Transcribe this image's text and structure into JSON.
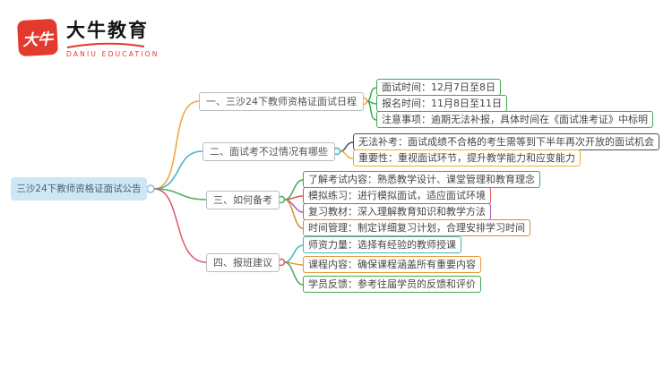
{
  "logo": {
    "seal": "大牛",
    "name": "大牛教育",
    "subtitle": "DANIU EDUCATION",
    "red": "#e23a2c"
  },
  "root": {
    "label": "三沙24下教师资格证面试公告",
    "bg": "#cde7f6",
    "circle": "#85bde0"
  },
  "label_border": "#b7bcc2",
  "branches": [
    {
      "label": "一、三沙24下教师资格证面试日程",
      "color": "#f0a23c",
      "children": [
        {
          "label": "面试时间：12月7日至8日",
          "color": "#43a94f"
        },
        {
          "label": "报名时间：11月8日至11日",
          "color": "#43a94f"
        },
        {
          "label": "注意事项：逾期无法补报，具体时间在《面试准考证》中标明",
          "color": "#43a94f"
        }
      ]
    },
    {
      "label": "二、面试考不过情况有哪些",
      "color": "#3bb7c4",
      "children": [
        {
          "label": "无法补考：面试成绩不合格的考生需等到下半年再次开放的面试机会",
          "color": "#44506b"
        },
        {
          "label": "重要性：重视面试环节，提升教学能力和应变能力",
          "color": "#eeb02f"
        }
      ]
    },
    {
      "label": "三、如何备考",
      "color": "#4cb05a",
      "children": [
        {
          "label": "了解考试内容：熟悉教学设计、课堂管理和教育理念",
          "color": "#43a94f"
        },
        {
          "label": "模拟练习：进行模拟面试，适应面试环境",
          "color": "#e25554"
        },
        {
          "label": "复习教材：深入理解教育知识和教学方法",
          "color": "#a45cb4"
        },
        {
          "label": "时间管理：制定详细复习计划，合理安排学习时间",
          "color": "#d98b3a"
        }
      ]
    },
    {
      "label": "四、报班建议",
      "color": "#e15566",
      "children": [
        {
          "label": "师资力量：选择有经验的教师授课",
          "color": "#3bb7c4"
        },
        {
          "label": "课程内容：确保课程涵盖所有重要内容",
          "color": "#e8973a"
        },
        {
          "label": "学员反馈：参考往届学员的反馈和评价",
          "color": "#43a94f"
        }
      ]
    }
  ]
}
